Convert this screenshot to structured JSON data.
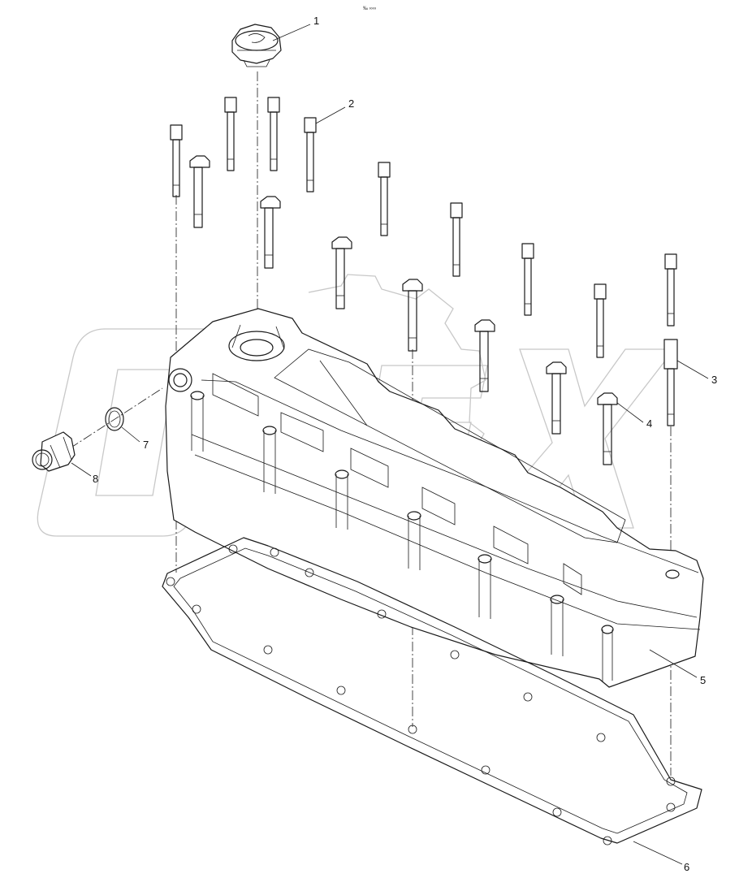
{
  "header": {
    "mark": "‰ ∞∞"
  },
  "watermark": {
    "text": "OPEX"
  },
  "callouts": [
    {
      "id": "callout-1",
      "label": "1"
    },
    {
      "id": "callout-2",
      "label": "2"
    },
    {
      "id": "callout-3",
      "label": "3"
    },
    {
      "id": "callout-4",
      "label": "4"
    },
    {
      "id": "callout-5",
      "label": "5"
    },
    {
      "id": "callout-6",
      "label": "6"
    },
    {
      "id": "callout-7",
      "label": "7"
    },
    {
      "id": "callout-8",
      "label": "8"
    }
  ]
}
